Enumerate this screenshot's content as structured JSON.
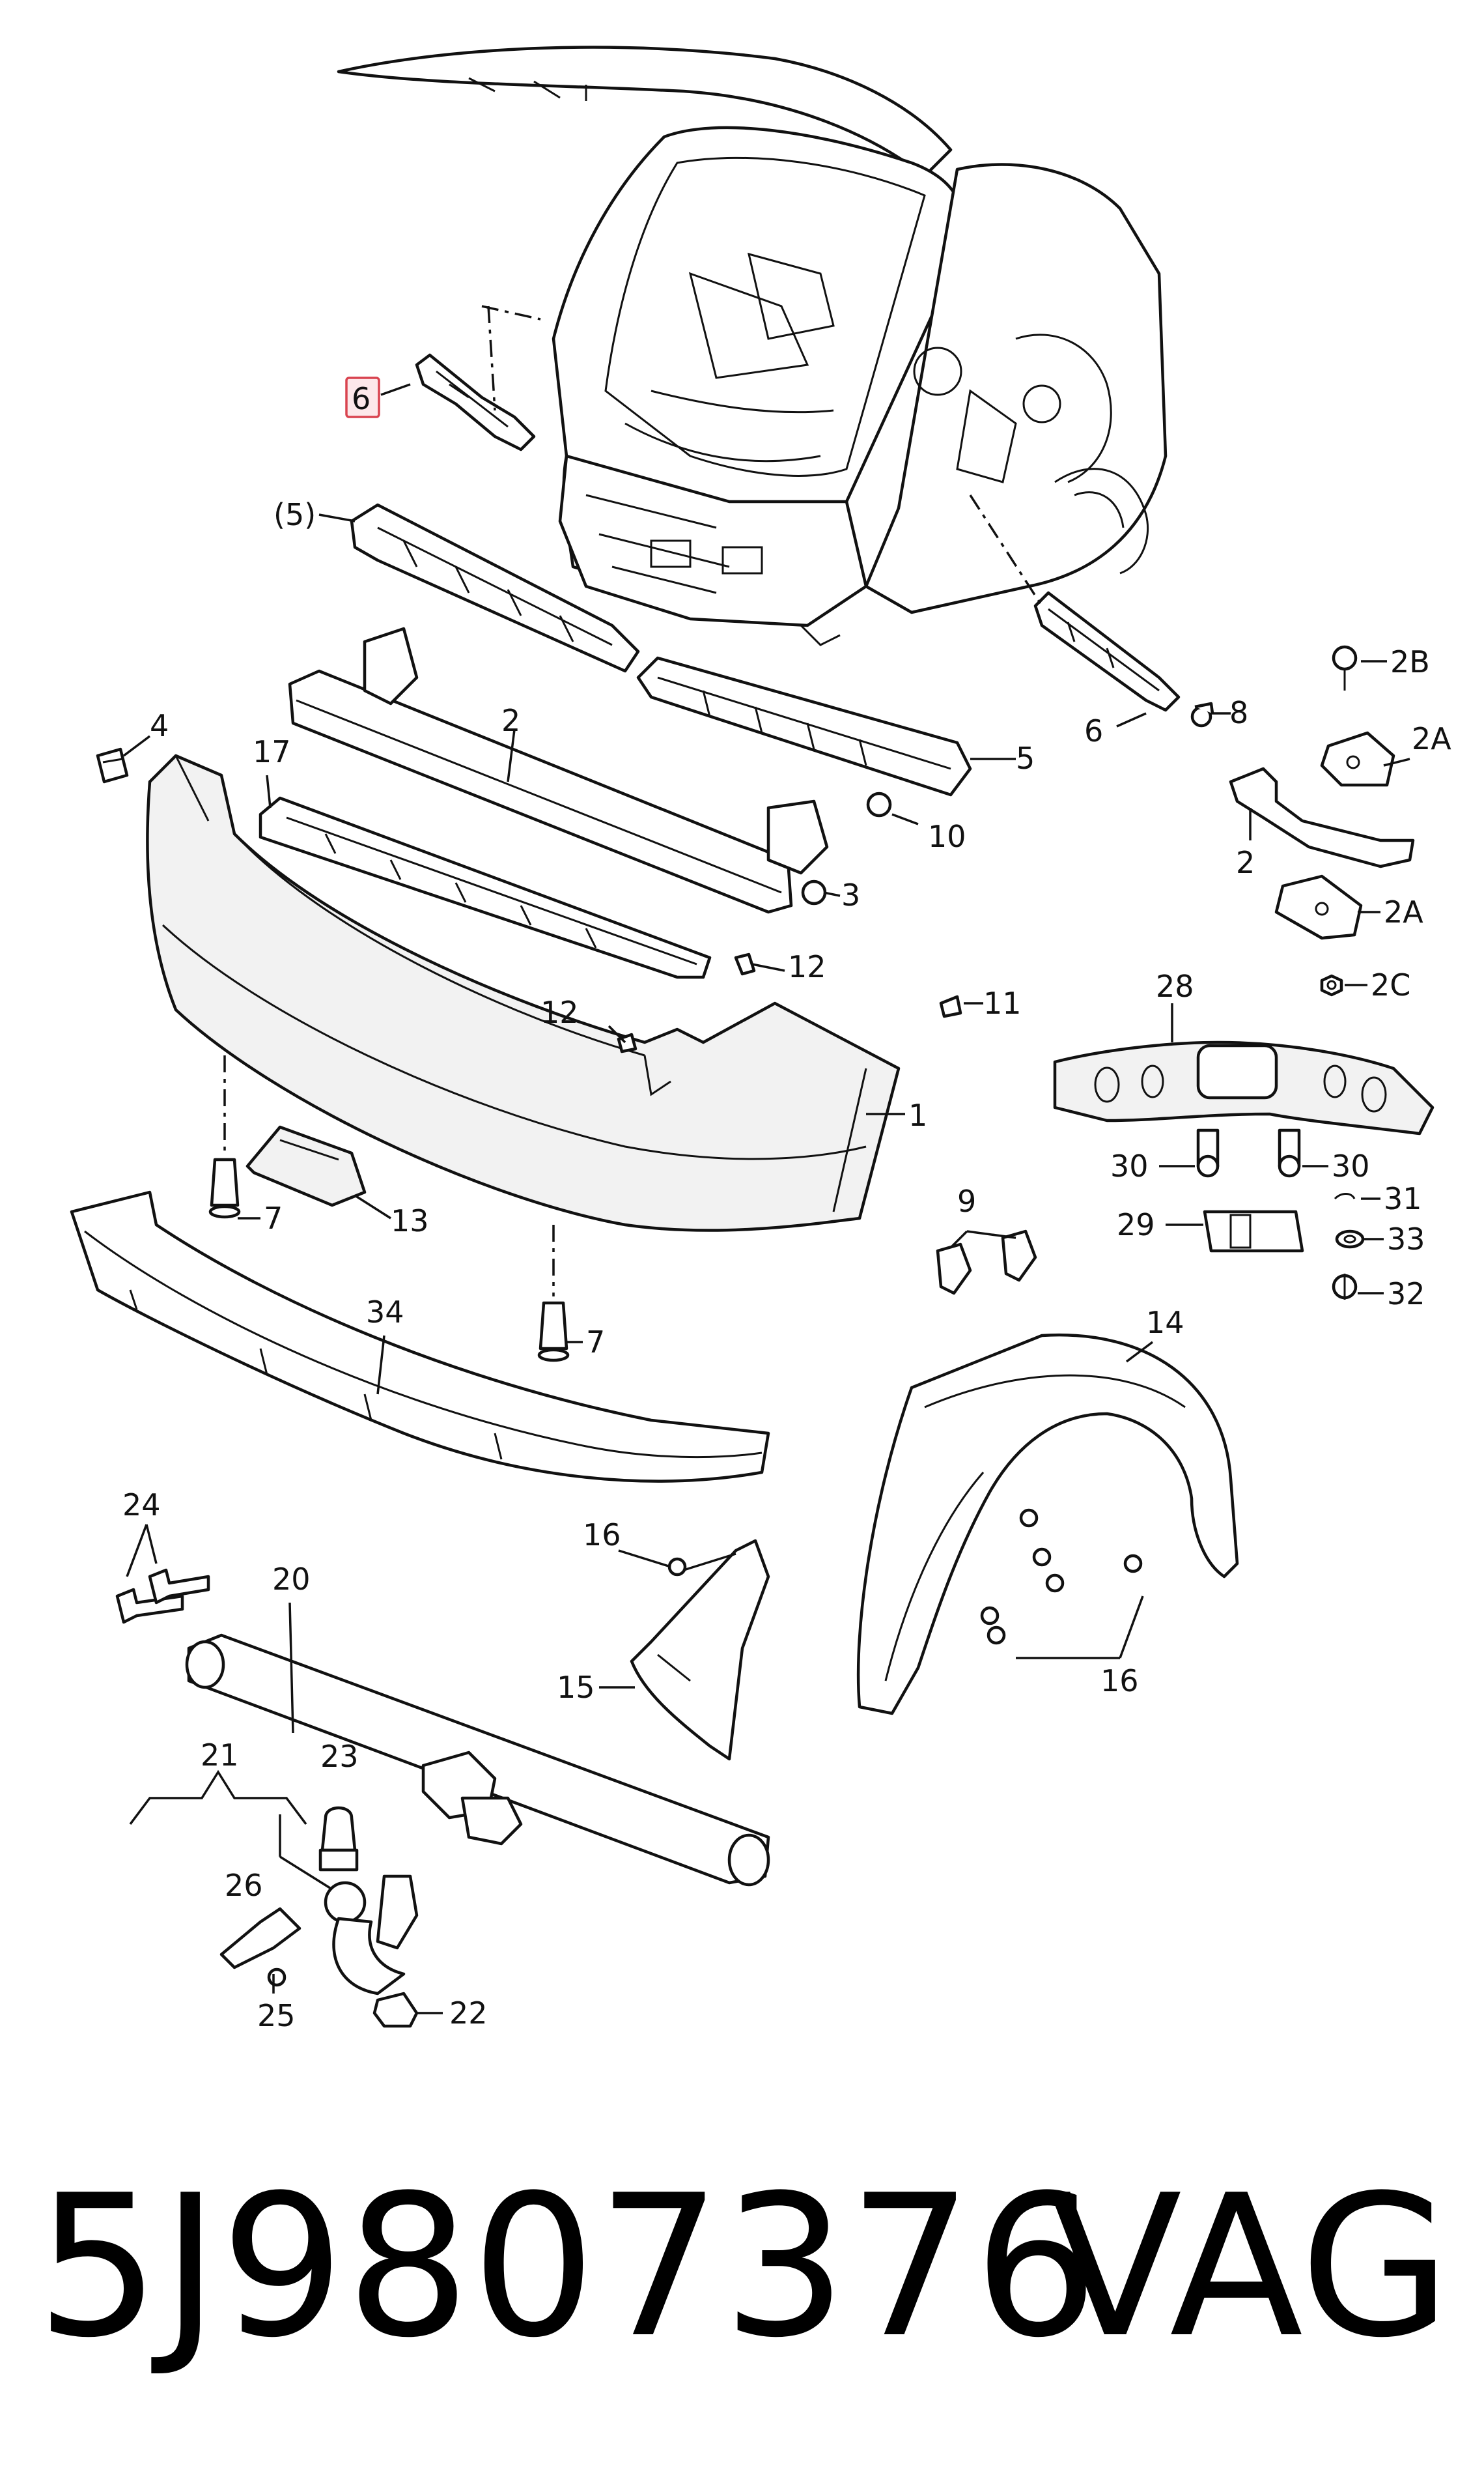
{
  "callouts": {
    "c6_highlight": "6",
    "c5_paren": "(5)",
    "c2_center": "2",
    "c4": "4",
    "c17": "17",
    "c5": "5",
    "c6": "6",
    "c8": "8",
    "c10": "10",
    "c3": "3",
    "c12a": "12",
    "c12b": "12",
    "c11": "11",
    "c1": "1",
    "c7a": "7",
    "c7b": "7",
    "c13": "13",
    "c34": "34",
    "c9": "9",
    "c14": "14",
    "c16a": "16",
    "c16b": "16",
    "c15": "15",
    "c20": "20",
    "c21": "21",
    "c23": "23",
    "c24": "24",
    "c26": "26",
    "c25": "25",
    "c22": "22",
    "c2B": "2B",
    "c2A_top": "2A",
    "c2_right": "2",
    "c2A_bottom": "2A",
    "c2C": "2C",
    "c28": "28",
    "c30a": "30",
    "c30b": "30",
    "c31": "31",
    "c29": "29",
    "c33": "33",
    "c32": "32"
  },
  "footer": {
    "part_number": "5J9807376",
    "brand": "VAG"
  },
  "colors": {
    "line": "#111111",
    "highlight_fill": "#fde8ea",
    "highlight_stroke": "#d9434f"
  }
}
